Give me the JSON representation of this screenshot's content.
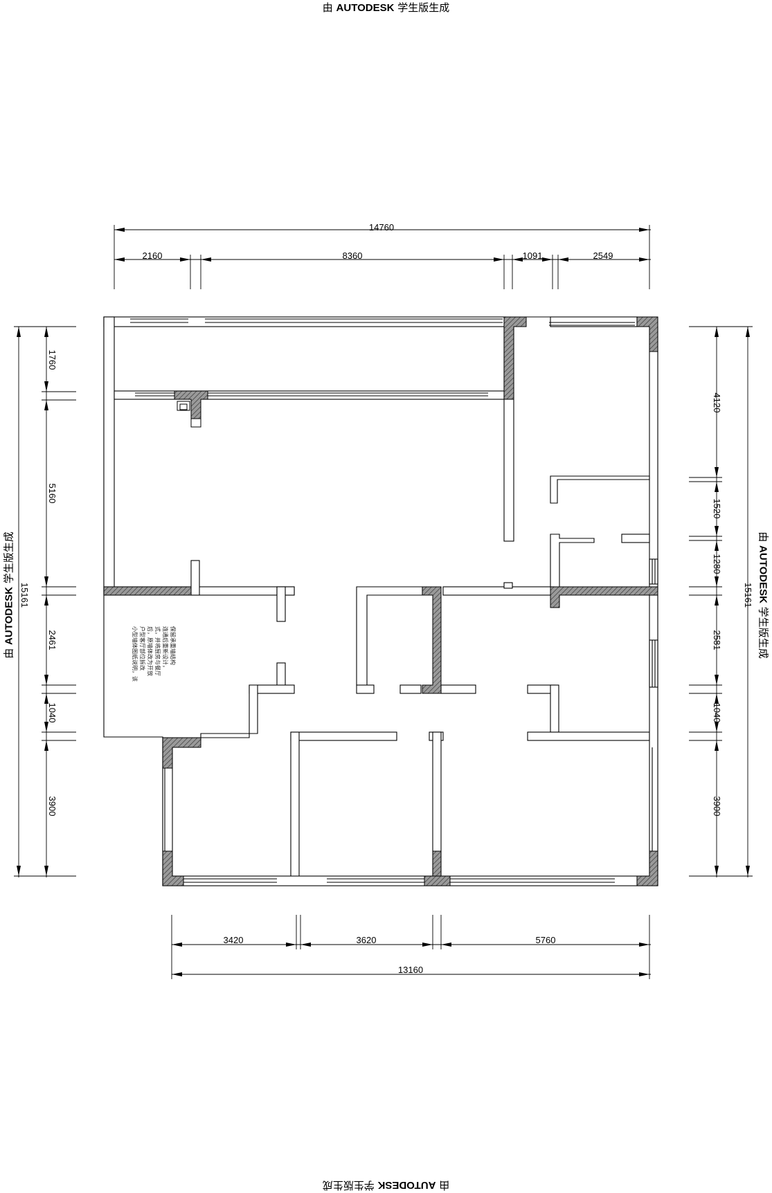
{
  "watermark": {
    "prefix": "由",
    "brand": "AUTODESK",
    "suffix": "学生版生成"
  },
  "dimensions": {
    "top_total": "14760",
    "top_segments": [
      "2160",
      "8360",
      "1091",
      "2549"
    ],
    "bottom_segments": [
      "3420",
      "3620",
      "5760"
    ],
    "bottom_total": "13160",
    "left_total": "15161",
    "left_segments": [
      "1760",
      "5160",
      "2461",
      "1040",
      "3900"
    ],
    "right_total": "15161",
    "right_segments": [
      "4120",
      "1520",
      "1280",
      "2581",
      "1040",
      "3900"
    ]
  },
  "note": {
    "lines": [
      "小型墙体图纸说明，该",
      "户型客厅部位拆改",
      "后，原墙体改为开放",
      "式，并将厨房与餐厅",
      "连通后重新设计，",
      "保留承重墙结构"
    ]
  },
  "colors": {
    "wall_hatch": "#7a7a7a",
    "line": "#000000",
    "background": "#ffffff"
  }
}
